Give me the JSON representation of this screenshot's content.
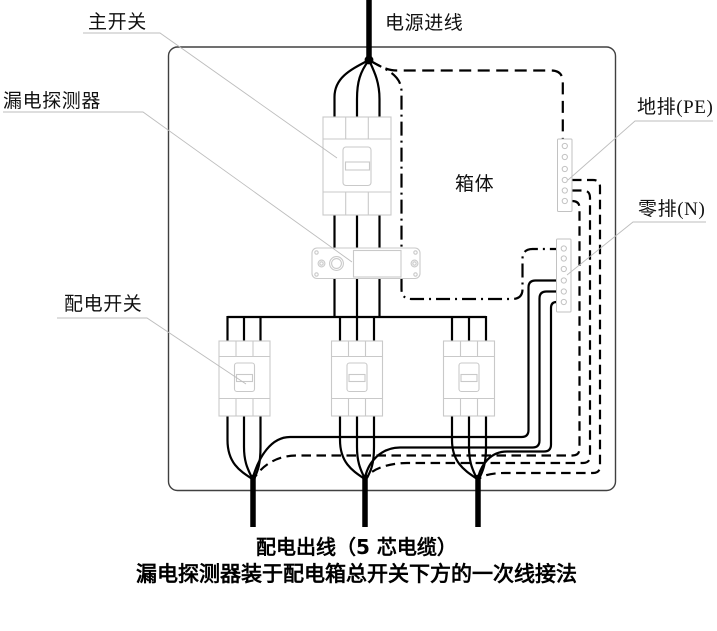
{
  "figure": {
    "type": "electrical-wiring-diagram",
    "labels": {
      "main_switch": "主开关",
      "power_inlet": "电源进线",
      "leakage_detector": "漏电探测器",
      "enclosure": "箱体",
      "ground_bar_pe": "地排(PE)",
      "neutral_bar_n": "零排(N)",
      "distribution_switch": "配电开关"
    },
    "captions": {
      "line1": "配电出线（5 芯电缆）",
      "line2": "漏电探测器装于配电箱总开关下方的一次线接法"
    },
    "counts": {
      "incoming_cable_cores": 5,
      "distribution_switches": 3,
      "outgoing_cables": 3,
      "pe_bar_terminals": 6,
      "neutral_bar_terminals": 6
    },
    "line_styles": {
      "phase_wires": "solid",
      "pe_wire": "dashed",
      "incoming_neutral_wire": "dash-dot",
      "outgoing_neutral_wires": "solid"
    },
    "colors": {
      "background": "#ffffff",
      "wire": "#000000",
      "component_outline": "#c9c9c9",
      "enclosure_border": "#404040",
      "leader_line": "#bdbdbd",
      "text": "#000000"
    }
  }
}
